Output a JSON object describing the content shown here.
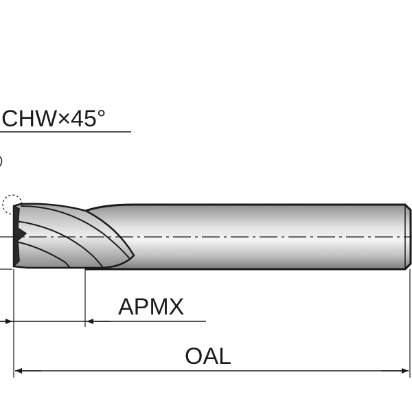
{
  "labels": {
    "chamfer": "CHW×45°",
    "apmx": "APMX",
    "oal": "OAL"
  },
  "colors": {
    "line": "#1a1a1a",
    "shank_dark": "#9a9a9a",
    "shank_light": "#f2f2f2",
    "flute": "#d6d6d6"
  }
}
